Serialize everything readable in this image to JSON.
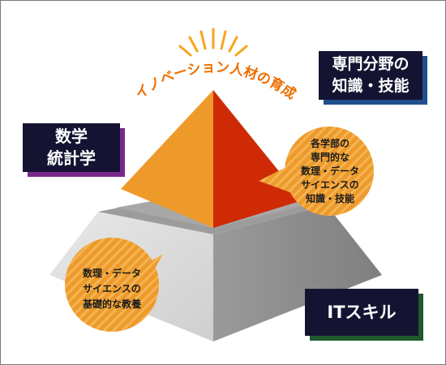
{
  "title_arc": "イノベーション人材の育成",
  "boxes": {
    "math": {
      "lines": [
        "数学",
        "統計学"
      ]
    },
    "specialty": {
      "lines": [
        "専門分野の",
        "知識・技能"
      ]
    },
    "it": {
      "label": "ITスキル"
    }
  },
  "bubbles": {
    "specialty_data": {
      "lines": [
        "各学部の",
        "専門的な",
        "数理・データ",
        "サイエンスの",
        "知識・技能"
      ]
    },
    "base_data": {
      "lines": [
        "数理・データ",
        "サイエンスの",
        "基礎的な教養"
      ]
    }
  },
  "colors": {
    "orange": "#ee9a2a",
    "red": "#cf2a06",
    "gray": "#b9b9b9",
    "navy": "#141432",
    "purple": "#7b2a8c",
    "blue": "#1f4f8c",
    "green": "#1e5a2d"
  }
}
